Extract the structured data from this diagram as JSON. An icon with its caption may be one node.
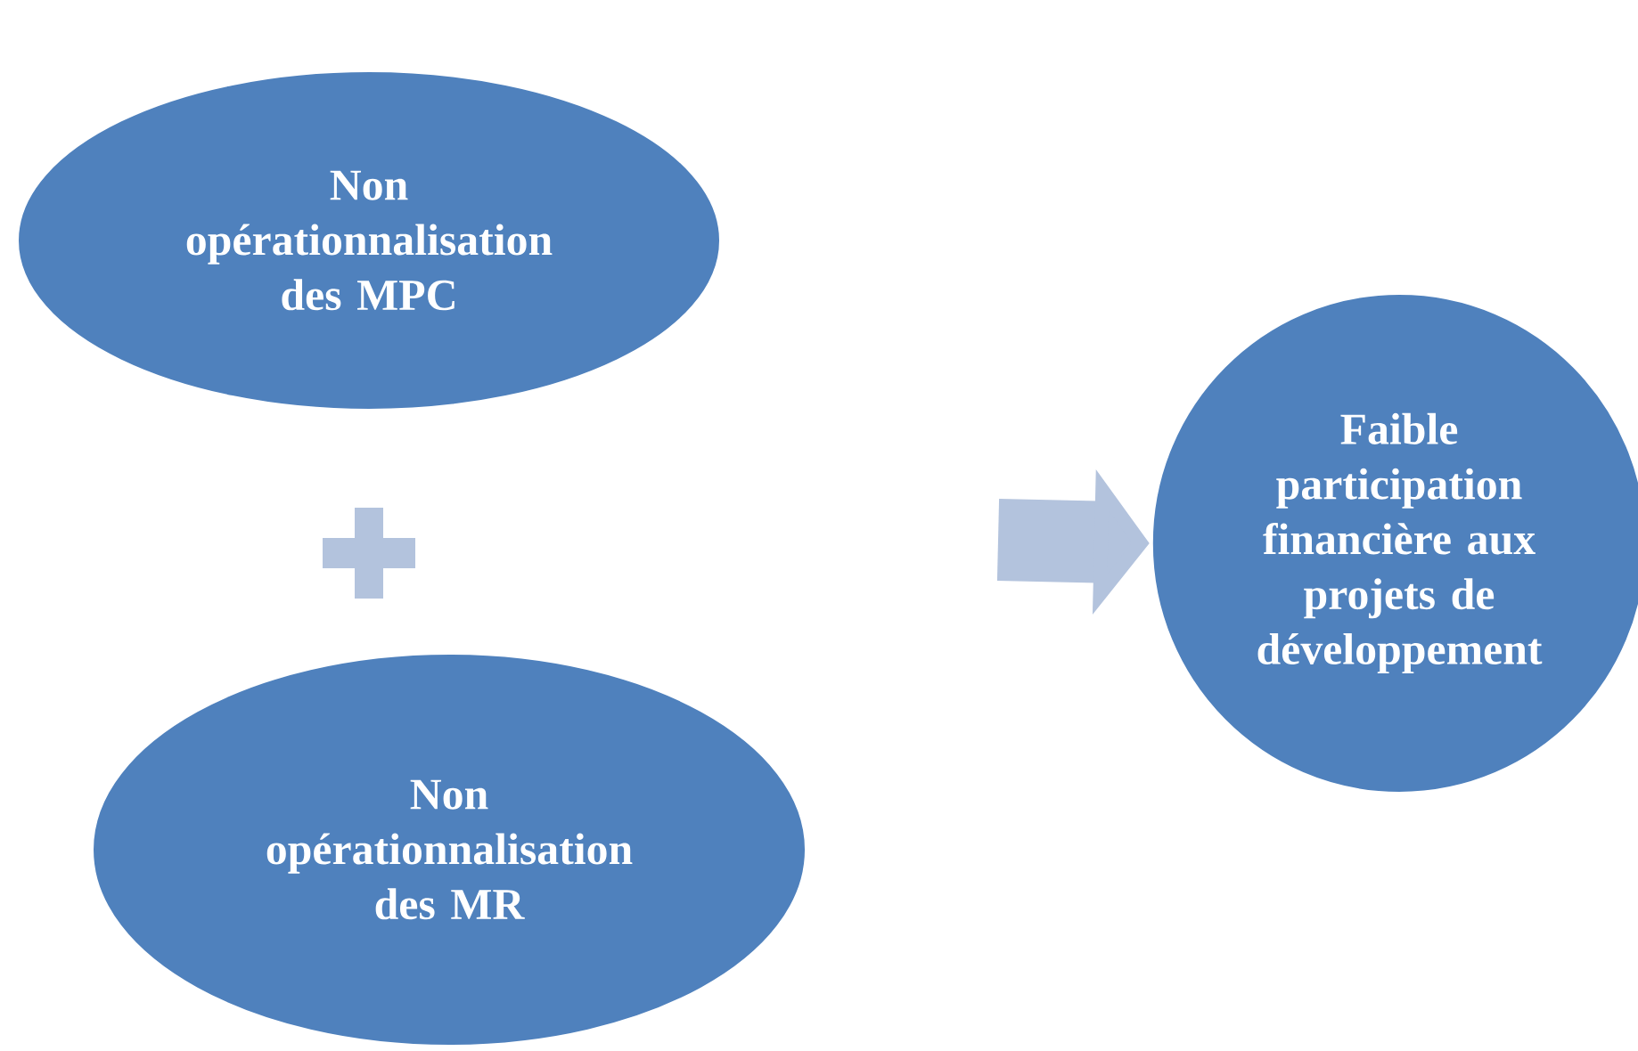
{
  "diagram": {
    "nodes": [
      {
        "text": [
          "Non opérationnalisation des MPC"
        ]
      },
      {
        "text": [
          "Non opérationnalisation des MR"
        ]
      },
      {
        "text": [
          "Faible participation financière aux projets de développement"
        ]
      }
    ],
    "edges": [
      {
        "from": null,
        "to": 2,
        "arrow": "to"
      }
    ]
  }
}
